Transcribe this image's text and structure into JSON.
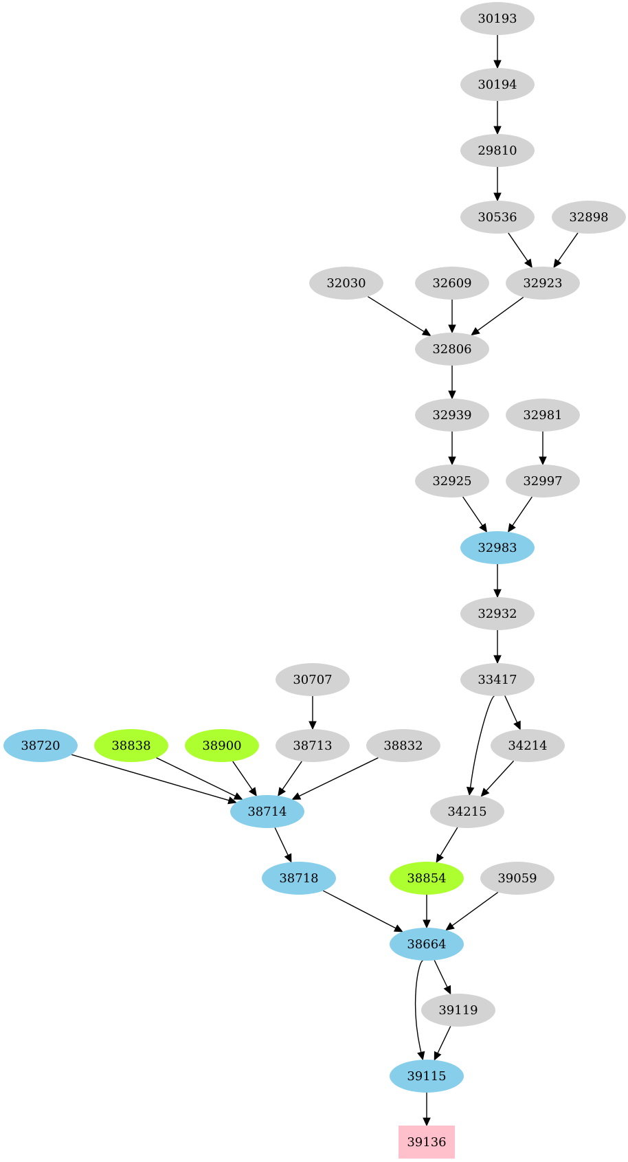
{
  "colors": {
    "default": "#d3d3d3",
    "blue": "#87ceeb",
    "green": "#adff2f",
    "pink": "#ffc0cb",
    "edge": "#000000"
  },
  "nodes": [
    {
      "id": "30193",
      "label": "30193",
      "color": "default",
      "shape": "ellipse"
    },
    {
      "id": "30194",
      "label": "30194",
      "color": "default",
      "shape": "ellipse"
    },
    {
      "id": "29810",
      "label": "29810",
      "color": "default",
      "shape": "ellipse"
    },
    {
      "id": "30536",
      "label": "30536",
      "color": "default",
      "shape": "ellipse"
    },
    {
      "id": "32898",
      "label": "32898",
      "color": "default",
      "shape": "ellipse"
    },
    {
      "id": "32030",
      "label": "32030",
      "color": "default",
      "shape": "ellipse"
    },
    {
      "id": "32609",
      "label": "32609",
      "color": "default",
      "shape": "ellipse"
    },
    {
      "id": "32923",
      "label": "32923",
      "color": "default",
      "shape": "ellipse"
    },
    {
      "id": "32806",
      "label": "32806",
      "color": "default",
      "shape": "ellipse"
    },
    {
      "id": "32939",
      "label": "32939",
      "color": "default",
      "shape": "ellipse"
    },
    {
      "id": "32981",
      "label": "32981",
      "color": "default",
      "shape": "ellipse"
    },
    {
      "id": "32925",
      "label": "32925",
      "color": "default",
      "shape": "ellipse"
    },
    {
      "id": "32997",
      "label": "32997",
      "color": "default",
      "shape": "ellipse"
    },
    {
      "id": "32983",
      "label": "32983",
      "color": "blue",
      "shape": "ellipse"
    },
    {
      "id": "32932",
      "label": "32932",
      "color": "default",
      "shape": "ellipse"
    },
    {
      "id": "30707",
      "label": "30707",
      "color": "default",
      "shape": "ellipse"
    },
    {
      "id": "33417",
      "label": "33417",
      "color": "default",
      "shape": "ellipse"
    },
    {
      "id": "38720",
      "label": "38720",
      "color": "blue",
      "shape": "ellipse"
    },
    {
      "id": "38838",
      "label": "38838",
      "color": "green",
      "shape": "ellipse"
    },
    {
      "id": "38900",
      "label": "38900",
      "color": "green",
      "shape": "ellipse"
    },
    {
      "id": "38713",
      "label": "38713",
      "color": "default",
      "shape": "ellipse"
    },
    {
      "id": "38832",
      "label": "38832",
      "color": "default",
      "shape": "ellipse"
    },
    {
      "id": "34214",
      "label": "34214",
      "color": "default",
      "shape": "ellipse"
    },
    {
      "id": "38714",
      "label": "38714",
      "color": "blue",
      "shape": "ellipse"
    },
    {
      "id": "34215",
      "label": "34215",
      "color": "default",
      "shape": "ellipse"
    },
    {
      "id": "38718",
      "label": "38718",
      "color": "blue",
      "shape": "ellipse"
    },
    {
      "id": "38854",
      "label": "38854",
      "color": "green",
      "shape": "ellipse"
    },
    {
      "id": "39059",
      "label": "39059",
      "color": "default",
      "shape": "ellipse"
    },
    {
      "id": "38664",
      "label": "38664",
      "color": "blue",
      "shape": "ellipse"
    },
    {
      "id": "39119",
      "label": "39119",
      "color": "default",
      "shape": "ellipse"
    },
    {
      "id": "39115",
      "label": "39115",
      "color": "blue",
      "shape": "ellipse"
    },
    {
      "id": "39136",
      "label": "39136",
      "color": "pink",
      "shape": "box"
    }
  ],
  "edges": [
    {
      "from": "30193",
      "to": "30194"
    },
    {
      "from": "30194",
      "to": "29810"
    },
    {
      "from": "29810",
      "to": "30536"
    },
    {
      "from": "30536",
      "to": "32923"
    },
    {
      "from": "32898",
      "to": "32923"
    },
    {
      "from": "32030",
      "to": "32806"
    },
    {
      "from": "32609",
      "to": "32806"
    },
    {
      "from": "32923",
      "to": "32806"
    },
    {
      "from": "32806",
      "to": "32939"
    },
    {
      "from": "32939",
      "to": "32925"
    },
    {
      "from": "32981",
      "to": "32997"
    },
    {
      "from": "32925",
      "to": "32983"
    },
    {
      "from": "32997",
      "to": "32983"
    },
    {
      "from": "32983",
      "to": "32932"
    },
    {
      "from": "32932",
      "to": "33417"
    },
    {
      "from": "33417",
      "to": "34214"
    },
    {
      "from": "33417",
      "to": "34215"
    },
    {
      "from": "34214",
      "to": "34215"
    },
    {
      "from": "30707",
      "to": "38713"
    },
    {
      "from": "38720",
      "to": "38714"
    },
    {
      "from": "38838",
      "to": "38714"
    },
    {
      "from": "38900",
      "to": "38714"
    },
    {
      "from": "38713",
      "to": "38714"
    },
    {
      "from": "38832",
      "to": "38714"
    },
    {
      "from": "38714",
      "to": "38718"
    },
    {
      "from": "34215",
      "to": "38854"
    },
    {
      "from": "38718",
      "to": "38664"
    },
    {
      "from": "38854",
      "to": "38664"
    },
    {
      "from": "39059",
      "to": "38664"
    },
    {
      "from": "38664",
      "to": "39119"
    },
    {
      "from": "38664",
      "to": "39115"
    },
    {
      "from": "39119",
      "to": "39115"
    },
    {
      "from": "39115",
      "to": "39136"
    }
  ]
}
